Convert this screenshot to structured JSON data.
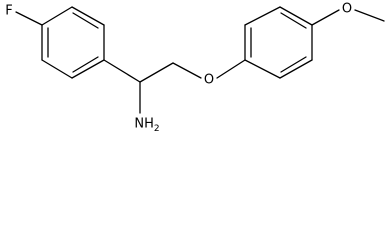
{
  "molecule": {
    "atoms": {
      "fluorine": "F",
      "oxygen_ether": "O",
      "oxygen_methoxy": "O",
      "amine": "NH2"
    },
    "colors": {
      "bond": "#000000",
      "label": "#000000",
      "background": "#ffffff"
    }
  }
}
